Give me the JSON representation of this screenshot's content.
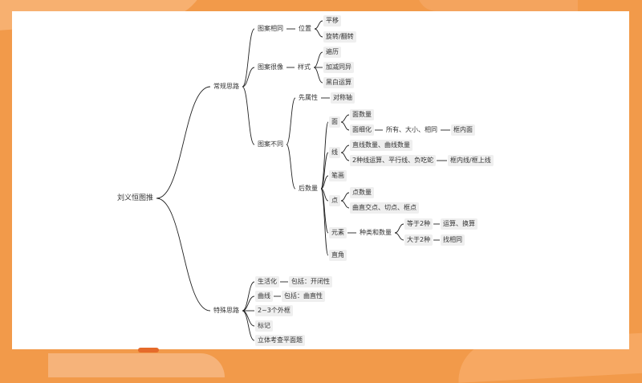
{
  "mindmap": {
    "root": "刘义恒图推",
    "nodes": {
      "n1": "常规思路",
      "n1a": "图案相同",
      "n1a1": "位置",
      "n1a1a": "平移",
      "n1a1b": "旋转/翻转",
      "n1b": "图案很像",
      "n1b1": "样式",
      "n1b1a": "遍历",
      "n1b1b": "加减同异",
      "n1b1c": "黑白运算",
      "n1c": "图案不同",
      "n1c1": "先属性",
      "n1c1a": "对称轴",
      "n1c2": "后数量",
      "q1": "面",
      "q1a": "面数量",
      "q1b": "面细化",
      "q1b1": "所有、大小、相同",
      "q1b1a": "框内面",
      "q2": "线",
      "q2a": "直线数量、曲线数量",
      "q2b": "2种线运算、平行线、负吃蛇",
      "q2b1": "框内线/框上线",
      "q3": "笔画",
      "q4": "点",
      "q4a": "点数量",
      "q4b": "曲直交点、切点、框点",
      "q5": "元素",
      "q5a": "种类和数量",
      "q5a1": "等于2种",
      "q5a1a": "运算、换算",
      "q5a2": "大于2种",
      "q5a2a": "找相同",
      "q6": "直角",
      "n2": "特殊思路",
      "n2a": "生活化",
      "n2a1": "包括：开闭性",
      "n2b": "曲线",
      "n2b1": "包括：曲直性",
      "n2c": "2~3个外框",
      "n2d": "标记",
      "n2e": "立体考查平面题"
    }
  },
  "colors": {
    "background": "#f29a4a",
    "card": "#ffffff",
    "line": "#222222",
    "node_fill": "#efefef"
  }
}
